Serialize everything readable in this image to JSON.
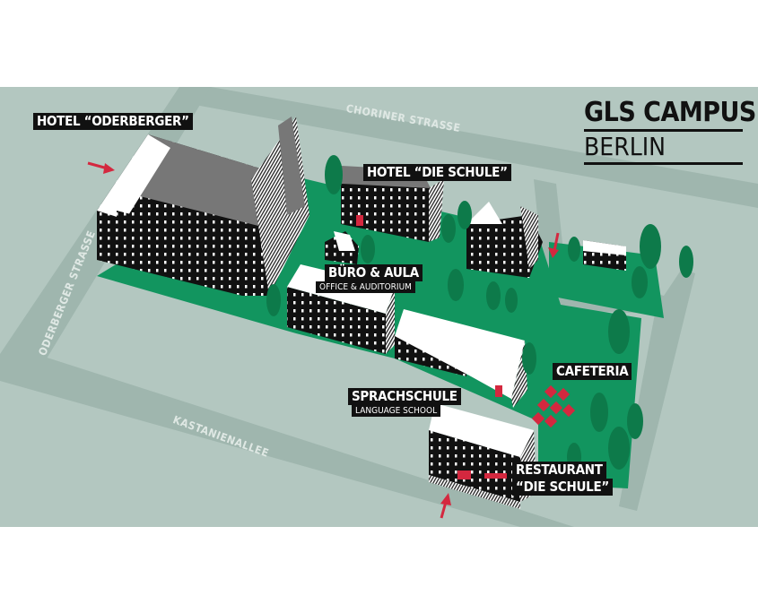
{
  "title": {
    "line1": "GLS CAMPUS",
    "line2": "BERLIN"
  },
  "streets": {
    "choriner": "CHORINER STRASSE",
    "oderberger": "ODERBERGER STRASSE",
    "kastanien": "KASTANIENALLEE"
  },
  "labels": {
    "hotel_oderberger": "HOTEL “ODERBERGER”",
    "hotel_schule": "HOTEL “DIE SCHULE”",
    "buero": "BÜRO & AULA",
    "buero_sub": "OFFICE & AUDITORIUM",
    "cafeteria": "CAFETERIA",
    "sprachschule": "SPRACHSCHULE",
    "sprachschule_sub": "LANGUAGE SCHOOL",
    "restaurant_1": "RESTAURANT",
    "restaurant_2": "“DIE SCHULE”"
  },
  "colors": {
    "ground": "#b3c7c0",
    "road": "#9fb6ae",
    "green": "#12955f",
    "tree": "#0d7a4a",
    "building": "#111111",
    "entrance": "#d4283f"
  }
}
